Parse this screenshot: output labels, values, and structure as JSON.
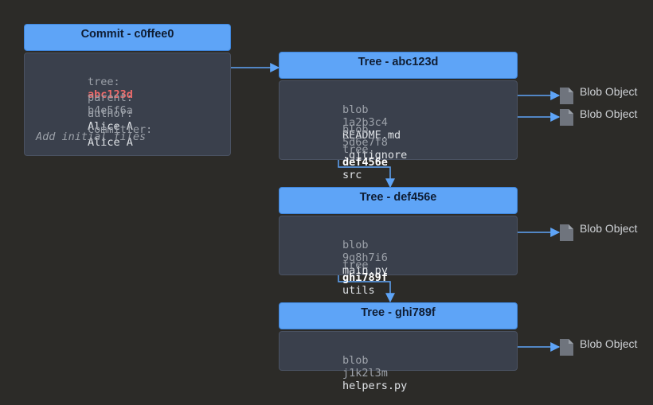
{
  "commit": {
    "title": "Commit - c0ffee0",
    "tree_key": "tree:",
    "tree_val": "abc123d",
    "parent_key": "parent:",
    "parent_val": "b4e5f6a",
    "author_key": "author:",
    "author_val": "Alice A",
    "committer_key": "committer:",
    "committer_val": "Alice A",
    "message": "Add initial files"
  },
  "trees": [
    {
      "title": "Tree - abc123d",
      "entries": [
        {
          "type": "blob",
          "hash": "1a2b3c4",
          "name": "README.md"
        },
        {
          "type": "blob",
          "hash": "5d6e7f8",
          "name": ".gitignore"
        },
        {
          "type": "tree",
          "hash": "def456e",
          "name": "src"
        }
      ]
    },
    {
      "title": "Tree - def456e",
      "entries": [
        {
          "type": "blob",
          "hash": "9g8h7i6",
          "name": "main.py"
        },
        {
          "type": "tree",
          "hash": "ghi789f",
          "name": "utils"
        }
      ]
    },
    {
      "title": "Tree - ghi789f",
      "entries": [
        {
          "type": "blob",
          "hash": "j1k2l3m",
          "name": "helpers.py"
        }
      ]
    }
  ],
  "blob_label": "Blob Object",
  "colors": {
    "background": "#2c2b28",
    "header": "#5ea4f7",
    "body": "#3a404c",
    "arrow": "#5ea4f7",
    "highlight_red": "#ef6a6a"
  },
  "icons": {
    "blob": "file-icon"
  }
}
